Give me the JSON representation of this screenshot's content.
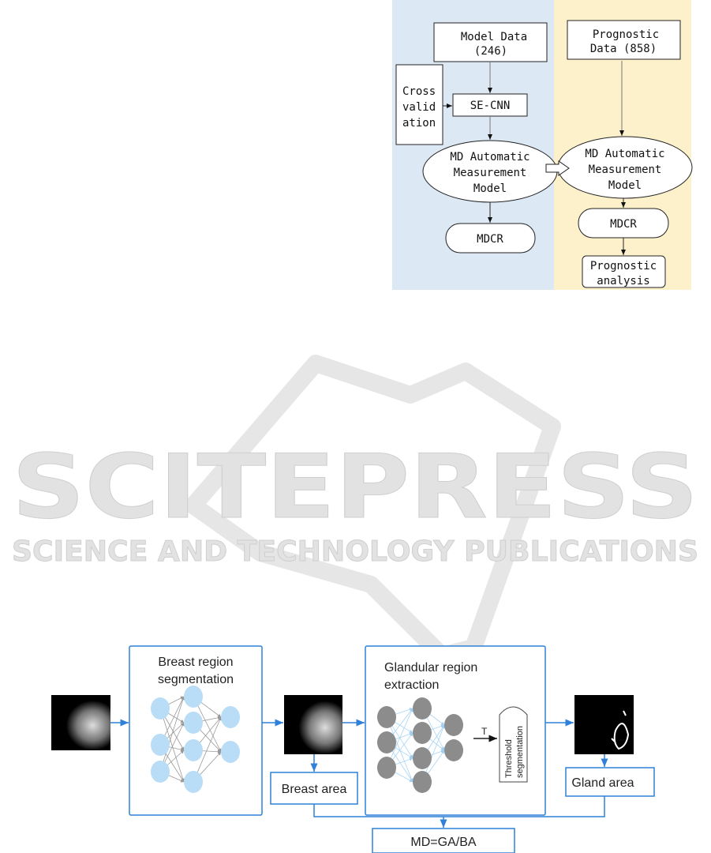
{
  "watermark": {
    "title": "SCITEPRESS",
    "subtitle": "SCIENCE AND TECHNOLOGY PUBLICATIONS"
  },
  "flowchart": {
    "model_data": [
      "Model Data",
      "(246)"
    ],
    "prognostic_data": [
      "Prognostic",
      "Data (858)"
    ],
    "cross_validation": [
      "Cross",
      "valid",
      "ation"
    ],
    "se_cnn": "SE-CNN",
    "md_model_left": [
      "MD Automatic",
      "Measurement",
      "Model"
    ],
    "md_model_right": [
      "MD Automatic",
      "Measurement",
      "Model"
    ],
    "mdcr_left": "MDCR",
    "mdcr_right": "MDCR",
    "prognostic_analysis": [
      "Prognostic",
      "analysis"
    ],
    "colors": {
      "left_panel": "#dde8f5",
      "right_panel": "#fdf1cc"
    }
  },
  "pipeline": {
    "breast_region": [
      "Breast region",
      "segmentation"
    ],
    "glandular_region": [
      "Glandular region",
      "extraction"
    ],
    "threshold": [
      "Threshold",
      "segmentation"
    ],
    "t_label": "T",
    "breast_area": "Breast area",
    "gland_area": "Gland area",
    "md_formula": "MD=GA/BA",
    "colors": {
      "accent": "#2f80d8",
      "node_blue": "#b9dcf7",
      "node_gray": "#8c8c8c"
    }
  }
}
